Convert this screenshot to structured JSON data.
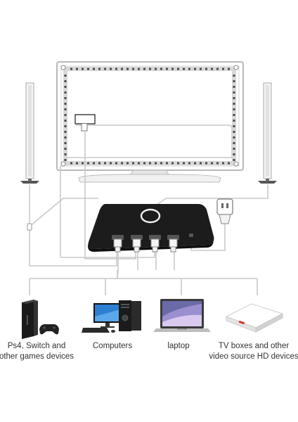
{
  "devices": [
    {
      "id": "ps4",
      "line1": "Ps4, Switch and",
      "line2": "other games devices"
    },
    {
      "id": "computers",
      "line1": "Computers",
      "line2": ""
    },
    {
      "id": "laptop",
      "line1": "laptop",
      "line2": ""
    },
    {
      "id": "tvbox",
      "line1": "TV boxes and other",
      "line2": "video source HD devices"
    }
  ],
  "colors": {
    "wire": "#c9c9c9",
    "led_strip": "#d8d8d8",
    "led_chip": "#4a4a4a",
    "hub": "#1c1c1c",
    "tv_frame": "#b9b9b9",
    "accent_red": "#d0342c"
  },
  "icons": [
    "tv-icon",
    "led-light-bar-icon",
    "hdmi-sync-box-icon",
    "power-adapter-icon",
    "game-console-icon",
    "desktop-computer-icon",
    "laptop-icon",
    "tv-box-icon"
  ]
}
